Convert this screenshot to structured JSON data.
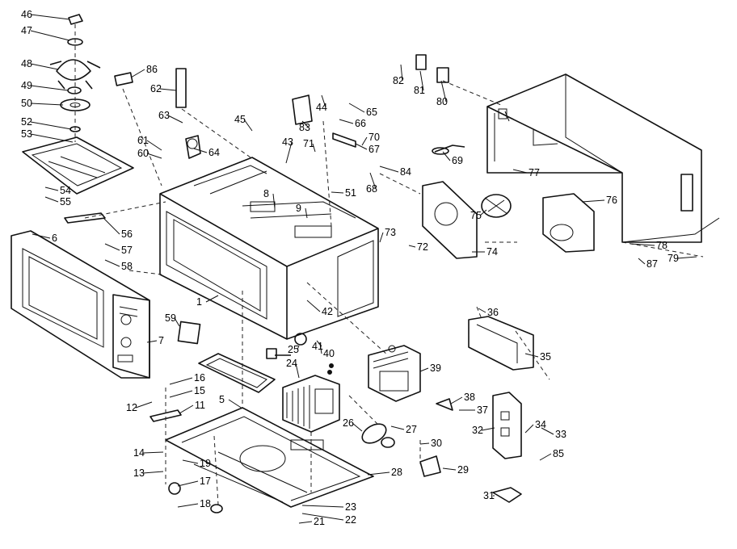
{
  "diagram": {
    "callouts": [
      "1",
      "5",
      "6",
      "7",
      "8",
      "9",
      "11",
      "12",
      "13",
      "14",
      "15",
      "16",
      "17",
      "18",
      "19",
      "21",
      "22",
      "23",
      "24",
      "25",
      "26",
      "27",
      "28",
      "29",
      "30",
      "31",
      "32",
      "33",
      "34",
      "35",
      "36",
      "37",
      "38",
      "39",
      "40",
      "41",
      "42",
      "43",
      "44",
      "45",
      "46",
      "47",
      "48",
      "49",
      "50",
      "51",
      "52",
      "53",
      "54",
      "55",
      "56",
      "57",
      "58",
      "59",
      "60",
      "61",
      "62",
      "63",
      "64",
      "65",
      "66",
      "67",
      "68",
      "69",
      "70",
      "71",
      "72",
      "73",
      "74",
      "75",
      "76",
      "77",
      "78",
      "79",
      "80",
      "81",
      "82",
      "83",
      "84",
      "85",
      "86",
      "87"
    ]
  }
}
